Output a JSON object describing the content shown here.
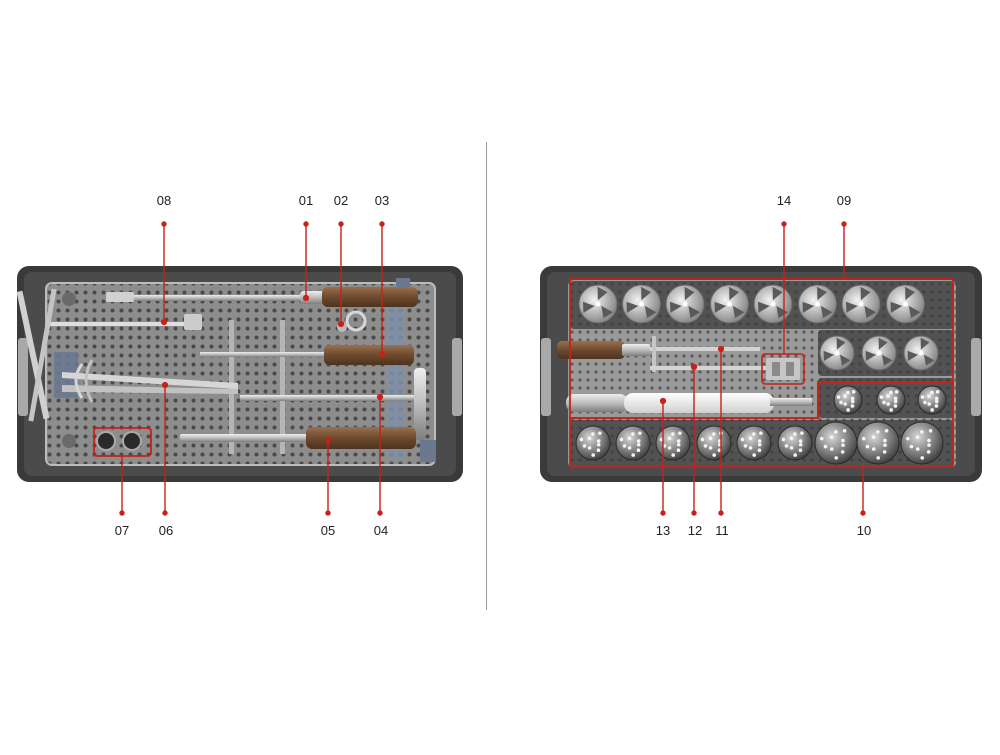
{
  "callouts": {
    "c01": "01",
    "c02": "02",
    "c03": "03",
    "c04": "04",
    "c05": "05",
    "c06": "06",
    "c07": "07",
    "c08": "08",
    "c09": "09",
    "c10": "10",
    "c11": "11",
    "c12": "12",
    "c13": "13",
    "c14": "14"
  },
  "colors": {
    "callout_line": "#c8201b",
    "case_frame": "#3c3c3c",
    "tray": "#8f8f8f",
    "divider": "#9a9a9a",
    "wood_handle": "#7a5636"
  }
}
